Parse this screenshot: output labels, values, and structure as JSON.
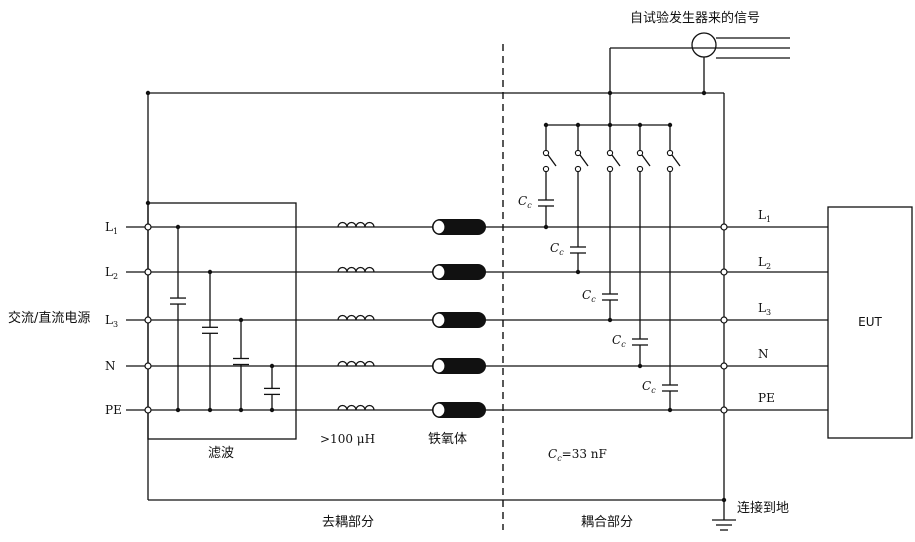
{
  "signal_source_label": "自试验发生器来的信号",
  "power_source_label": "交流/直流电源",
  "filter_label": "滤波",
  "inductor_value_label": ">100 μH",
  "ferrite_label": "铁氧体",
  "capacitance_note": {
    "symbol": "C",
    "sub": "c",
    "value": "=33 nF"
  },
  "decoupling_label": "去耦部分",
  "coupling_label": "耦合部分",
  "ground_label": "连接到地",
  "eut_label": "EUT",
  "cap_label": {
    "symbol": "C",
    "sub": "c"
  },
  "input_lines": [
    {
      "main": "L",
      "sub": "1"
    },
    {
      "main": "L",
      "sub": "2"
    },
    {
      "main": "L",
      "sub": "3"
    },
    {
      "main": "N",
      "sub": ""
    },
    {
      "main": "PE",
      "sub": ""
    }
  ],
  "output_lines": [
    {
      "main": "L",
      "sub": "1"
    },
    {
      "main": "L",
      "sub": "2"
    },
    {
      "main": "L",
      "sub": "3"
    },
    {
      "main": "N",
      "sub": ""
    },
    {
      "main": "PE",
      "sub": ""
    }
  ]
}
